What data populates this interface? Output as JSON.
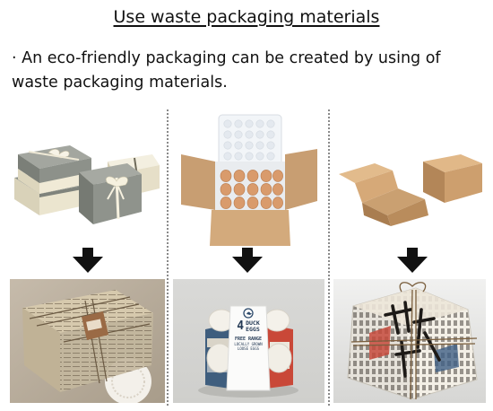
{
  "heading": {
    "title": "Use waste packaging materials",
    "description": "· An eco-friendly packaging can be created by using of waste packaging materials."
  },
  "illustrations": {
    "egg_label_number": "4",
    "egg_label_word": "DUCK",
    "egg_label_word2": "EGGS",
    "egg_label_line1": "FREE RANGE",
    "egg_label_line2": "LOCALLY GROWN",
    "egg_label_line3": "LOOSE EGGS"
  },
  "colors": {
    "arrow": "#111111",
    "divider": "#8a8a8a",
    "kraft": "#d3aa7c",
    "gift_box_grey": "#9a9d96",
    "gift_box_cream": "#ece6d2",
    "foam_white": "#f4f6f8",
    "newspaper": "#cdbfa2"
  }
}
